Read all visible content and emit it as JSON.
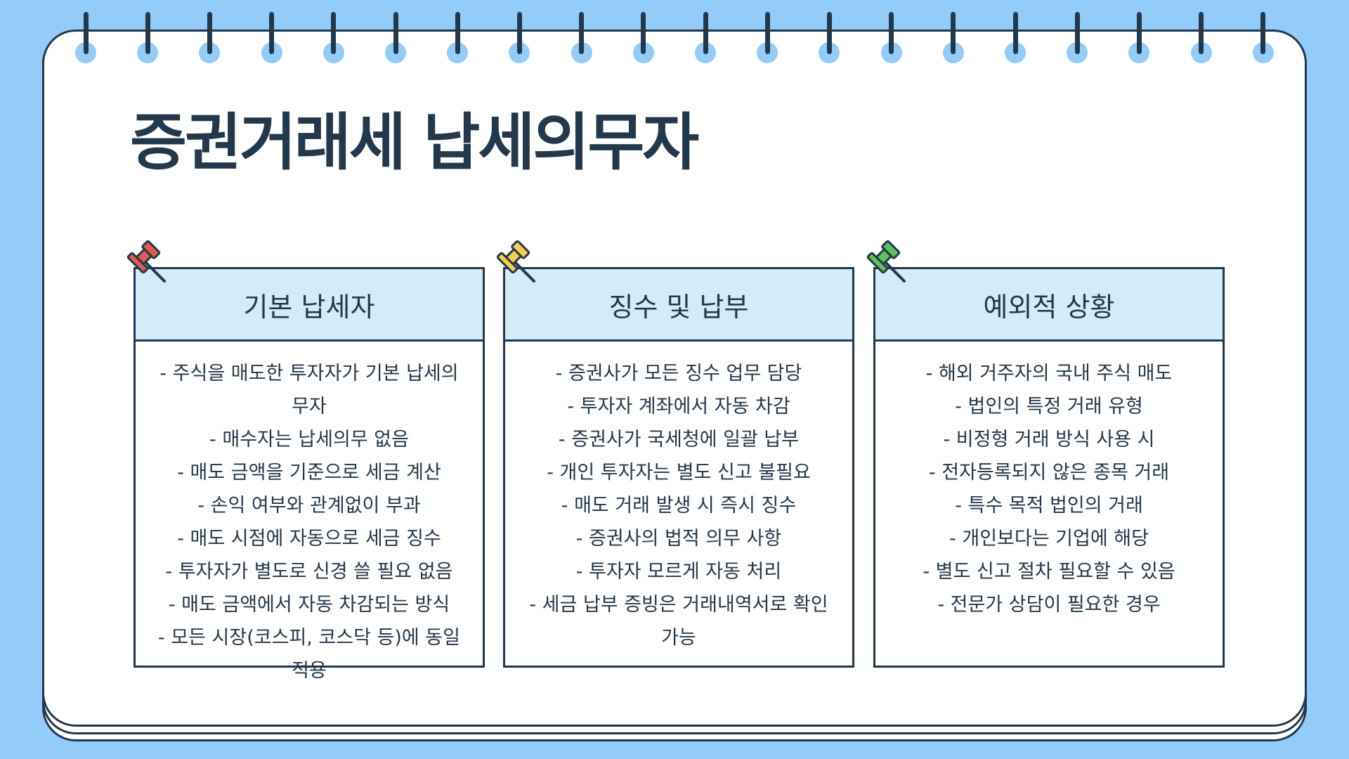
{
  "title": "증권거래세 납세의무자",
  "colors": {
    "background": "#93cbf9",
    "ink": "#23384b",
    "card_header": "#d6ebf8",
    "pin_red": "#e15b55",
    "pin_yellow": "#f5cf4e",
    "pin_green": "#5fc35a"
  },
  "cards": [
    {
      "header": "기본 납세자",
      "pin_icon": "red-pushpin-icon",
      "lines": [
        "- 주식을 매도한 투자자가 기본 납세의무자",
        "- 매수자는 납세의무 없음",
        "- 매도 금액을 기준으로 세금 계산",
        "- 손익 여부와 관계없이 부과",
        "- 매도 시점에 자동으로 세금 징수",
        "- 투자자가 별도로 신경 쓸 필요 없음",
        "- 매도 금액에서 자동 차감되는 방식",
        "- 모든 시장(코스피, 코스닥 등)에 동일 적용"
      ]
    },
    {
      "header": "징수 및 납부",
      "pin_icon": "yellow-pushpin-icon",
      "lines": [
        "- 증권사가 모든 징수 업무 담당",
        "- 투자자 계좌에서 자동 차감",
        "- 증권사가 국세청에 일괄 납부",
        "- 개인 투자자는 별도 신고 불필요",
        "- 매도 거래 발생 시 즉시 징수",
        "- 증권사의 법적 의무 사항",
        "- 투자자 모르게 자동 처리",
        "- 세금 납부 증빙은 거래내역서로 확인 가능"
      ]
    },
    {
      "header": "예외적 상황",
      "pin_icon": "green-pushpin-icon",
      "lines": [
        "- 해외 거주자의 국내 주식 매도",
        "- 법인의 특정 거래 유형",
        "- 비정형 거래 방식 사용 시",
        "- 전자등록되지 않은 종목 거래",
        "- 특수 목적 법인의 거래",
        "- 개인보다는 기업에 해당",
        "- 별도 신고 절차 필요할 수 있음",
        "- 전문가 상담이 필요한 경우"
      ]
    }
  ]
}
